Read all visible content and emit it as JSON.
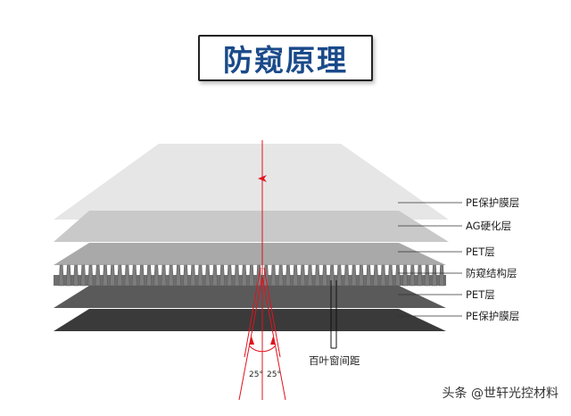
{
  "title": "防窥原理",
  "layers": [
    {
      "label": "PE保护膜层",
      "color": "#e6e6e6"
    },
    {
      "label": "AG硬化层",
      "color": "#c9c9c9"
    },
    {
      "label": "PET层",
      "color": "#a9a9a9"
    },
    {
      "label": "防窥结构层",
      "color": "#7a7a7a"
    },
    {
      "label": "PET层",
      "color": "#5a5a5a"
    },
    {
      "label": "PE保护膜层",
      "color": "#3a3a3a"
    }
  ],
  "louver_label": "百叶窗间距",
  "angle_left": "25°",
  "angle_right": "25°",
  "watermark": "头条 @世轩光控材料",
  "ray_color": "#e0141e"
}
